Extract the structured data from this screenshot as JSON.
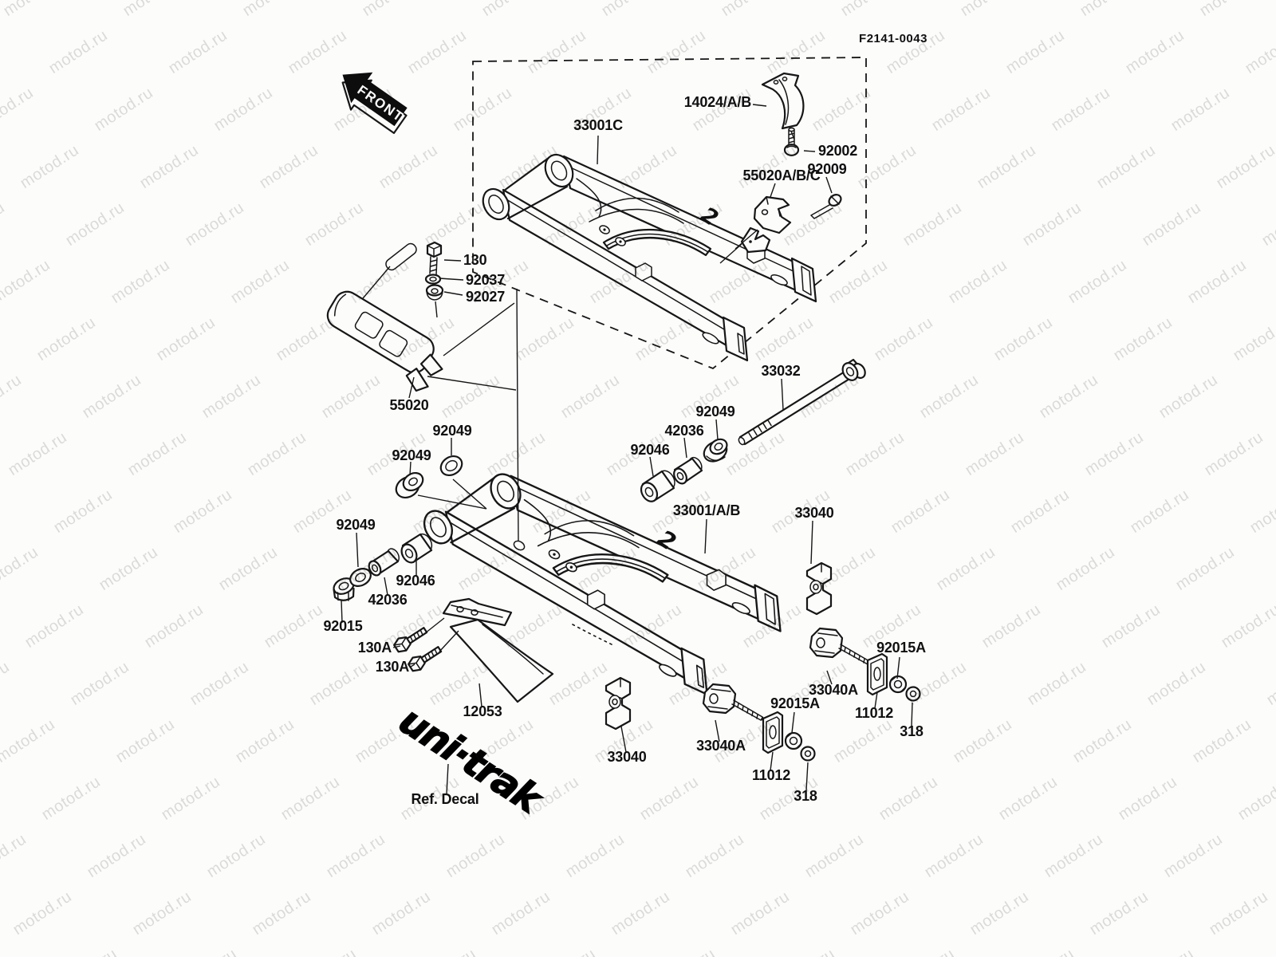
{
  "watermark": {
    "text": "motod.ru"
  },
  "figure": {
    "code": "F2141-0043",
    "front_label": "FRONT",
    "decal_text": "uni·trak"
  },
  "labels": {
    "c33001C": "33001C",
    "c14024": "14024/A/B",
    "c92002": "92002",
    "c55020abc": "55020A/B/C",
    "c92009": "92009",
    "c130": "130",
    "c92037": "92037",
    "c92027": "92027",
    "c55020": "55020",
    "c92049_seal": "92049",
    "c92049_cap": "92049",
    "c92049_axle": "92049",
    "c92049_lower": "92049",
    "c42036_axle": "42036",
    "c42036_lower": "42036",
    "c92046_axle": "92046",
    "c92046_lower": "92046",
    "c33032": "33032",
    "c33001ab": "33001/A/B",
    "c33040_right": "33040",
    "c33040_left": "33040",
    "c92015": "92015",
    "c130a_1": "130A",
    "c130a_2": "130A",
    "c12053": "12053",
    "ref_decal": "Ref. Decal",
    "c33040a_left": "33040A",
    "c92015a_left": "92015A",
    "c11012_left": "11012",
    "c318_left": "318",
    "c33040a_right": "33040A",
    "c92015a_right": "92015A",
    "c11012_right": "11012",
    "c318_right": "318",
    "mark2": "2"
  }
}
